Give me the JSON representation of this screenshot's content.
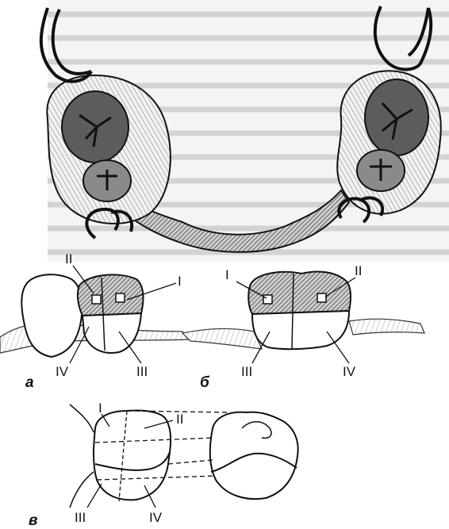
{
  "figure": {
    "panels": [
      {
        "letter": "а",
        "labels": {
          "I": "I",
          "II": "II",
          "III": "III",
          "IV": "IV"
        }
      },
      {
        "letter": "б",
        "labels": {
          "I": "I",
          "II": "II",
          "III": "III",
          "IV": "IV"
        }
      },
      {
        "letter": "в",
        "labels": {
          "I": "I",
          "II": "II",
          "III": "III",
          "IV": "IV"
        }
      }
    ],
    "colors": {
      "ink": "#111111",
      "shade": "#6e6e6e",
      "dark": "#3a3a3a",
      "paper": "#ffffff"
    }
  }
}
